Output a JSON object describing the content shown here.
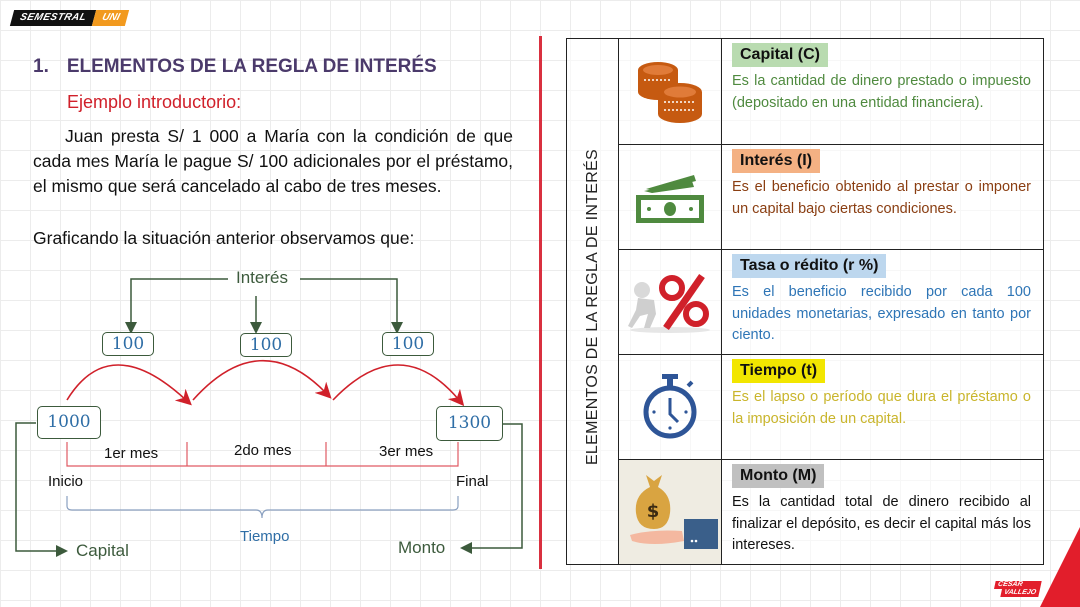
{
  "header": {
    "logo": {
      "part1": "SEMESTRAL",
      "part2": "UNI"
    }
  },
  "left": {
    "section_number": "1.",
    "title": "ELEMENTOS DE LA REGLA DE INTERÉS",
    "subtitle": "Ejemplo introductorio:",
    "paragraph": "Juan presta S/ 1 000 a María con la condición de que cada mes María le pague S/ 100 adicionales por el préstamo, el mismo que será cancelado al cabo de tres meses.",
    "lead_in": "Graficando la situación anterior observamos que:"
  },
  "diagram": {
    "interest_label": "Interés",
    "interest_boxes": [
      "100",
      "100",
      "100"
    ],
    "start_value": "1000",
    "end_value": "1300",
    "months": [
      "1er mes",
      "2do mes",
      "3er mes"
    ],
    "start_label": "Inicio",
    "end_label": "Final",
    "time_label": "Tiempo",
    "capital_label": "Capital",
    "monto_label": "Monto",
    "colors": {
      "arrow": "#d0202a",
      "connector": "#3c5a3c",
      "value": "#2f6ea6"
    }
  },
  "table": {
    "vertical_title": "ELEMENTOS DE LA REGLA DE INTERÉS",
    "rows": [
      {
        "icon": "coins-icon",
        "tag": "Capital (C)",
        "tag_bg": "#b9dbb0",
        "color": "#4f8a3f",
        "desc": "Es la cantidad de dinero prestado o impuesto (depositado en una entidad financiera)."
      },
      {
        "icon": "banknote-icon",
        "tag": "Interés (I)",
        "tag_bg": "#f4b183",
        "color": "#8a3e12",
        "desc": "Es el beneficio obtenido al prestar o imponer un capital bajo ciertas condiciones."
      },
      {
        "icon": "percent-figure-icon",
        "tag": "Tasa o rédito (r %)",
        "tag_bg": "#bdd7ee",
        "color": "#2e75b6",
        "desc": "Es el beneficio recibido por cada 100 unidades monetarias, expresado en tanto por ciento."
      },
      {
        "icon": "stopwatch-icon",
        "tag": "Tiempo (t)",
        "tag_bg": "#f2e600",
        "color": "#c9b52c",
        "desc": "Es el lapso o período que dura el préstamo o la imposición de un capital."
      },
      {
        "icon": "money-bag-icon",
        "tag": "Monto (M)",
        "tag_bg": "#c0c0c0",
        "color": "#111111",
        "desc": "Es la cantidad total de dinero recibido al finalizar el depósito, es decir el capital más los intereses."
      }
    ]
  },
  "footer": {
    "logo": {
      "line1": "CESAR",
      "line2": "VALLEJO"
    }
  }
}
